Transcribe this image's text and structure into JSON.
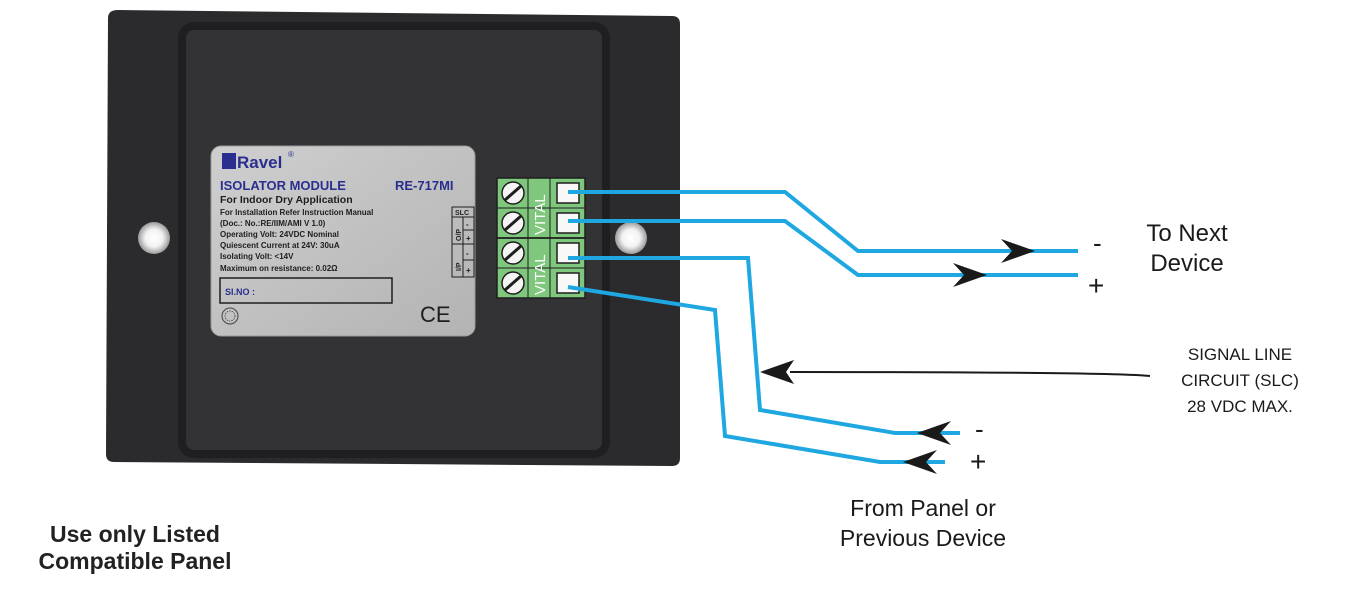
{
  "label": {
    "brand": "Ravel",
    "trademark": "®",
    "product": "ISOLATOR MODULE",
    "model": "RE-717MI",
    "lines": [
      "For Indoor Dry Application",
      "For Installation Refer Instruction Manual",
      "(Doc.: No.:RE/IIM/AMI V 1.0)",
      "Operating Volt: 24VDC Nominal",
      "Quiescent Current at 24V: 30uA",
      "Isolating Volt: <14V",
      "Maximum on resistance: 0.02Ω"
    ],
    "serial_label": "SI.NO :",
    "ce_mark": "CE",
    "slc_header": "SLC",
    "op_label": "O/P",
    "ip_label": "I/P",
    "op_minus": "-",
    "op_plus": "+",
    "ip_minus": "-",
    "ip_plus": "+"
  },
  "terminal": {
    "vital_top": "VITAL",
    "vital_bottom": "VITAL"
  },
  "outputs": {
    "minus": "-",
    "plus": "+",
    "title_line1": "To Next",
    "title_line2": "Device"
  },
  "inputs": {
    "minus": "-",
    "plus": "+",
    "title_line1": "From Panel or",
    "title_line2": "Previous Device"
  },
  "slc_note": {
    "line1": "SIGNAL LINE",
    "line2": "CIRCUIT (SLC)",
    "line3": "28 VDC MAX."
  },
  "footer": {
    "line1": "Use only Listed",
    "line2": "Compatible Panel"
  },
  "colors": {
    "wire": "#1ea7e1",
    "housing": "#2b2b2d",
    "label": "#bdbdbd",
    "terminal": "#7fc77c",
    "label_text": "#2a2f8f"
  }
}
